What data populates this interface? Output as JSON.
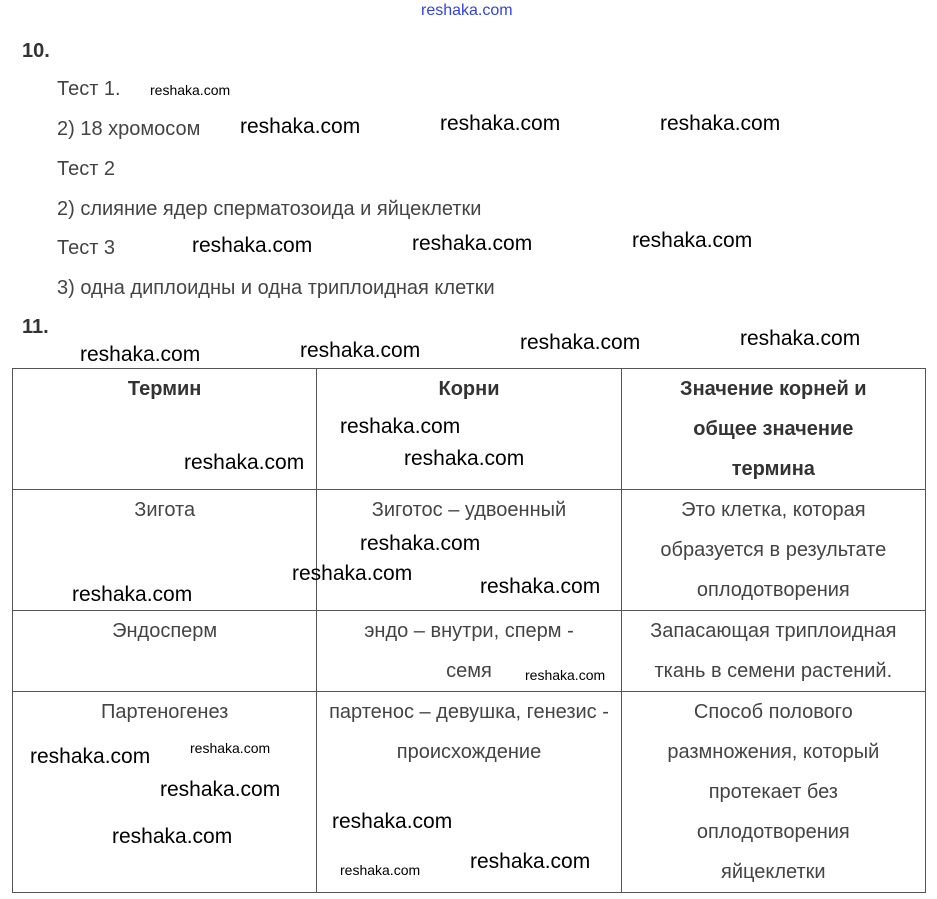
{
  "header_watermark": "reshaka.com",
  "task10": {
    "number": "10.",
    "lines": [
      "Тест 1.",
      "2) 18 хромосом",
      "Тест 2",
      "2) слияние ядер сперматозоида и яйцеклетки",
      "Тест 3",
      "3) одна диплоидны и одна триплоидная клетки"
    ]
  },
  "task11": {
    "number": "11.",
    "headers": [
      "Термин",
      "Корни",
      "Значение корней и общее значение термина"
    ],
    "rows": [
      [
        "Зигота",
        "Зиготос – удвоенный",
        "Это клетка, которая образуется в результате оплодотворения"
      ],
      [
        "Эндосперм",
        "эндо – внутри, сперм - семя",
        "Запасающая триплоидная ткань в семени растений."
      ],
      [
        "Партеногенез",
        "партенос – девушка, генезис - происхождение",
        "Способ полового размножения, который протекает без оплодотворения яйцеклетки"
      ]
    ]
  },
  "watermark": "reshaka.com"
}
